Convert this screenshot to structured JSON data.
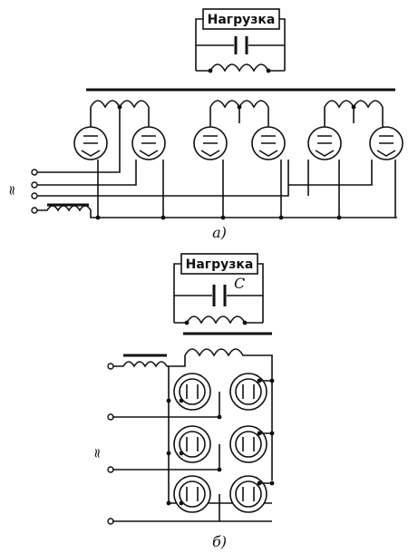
{
  "top": {
    "load_label": "Нагрузка",
    "caption": "а)",
    "ac_symbol": "≈"
  },
  "bottom": {
    "load_label": "Нагрузка",
    "cap_label": "C",
    "caption": "б)",
    "ac_symbol": "≈"
  }
}
